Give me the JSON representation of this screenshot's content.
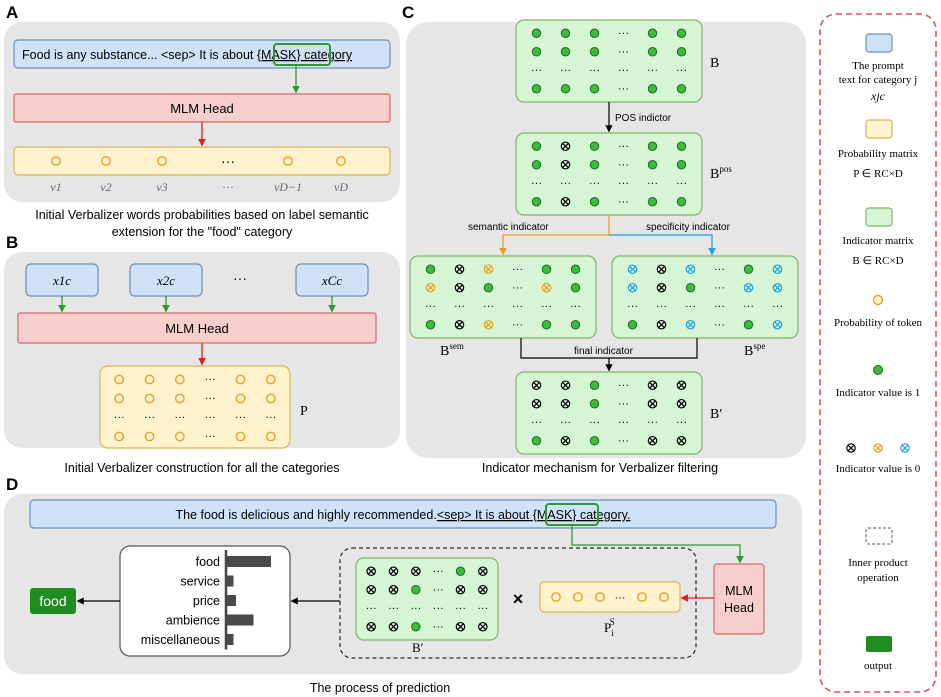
{
  "panel_a": {
    "letter": "A",
    "prompt_text": "Food is any substance... <sep> It is about ",
    "mask_token": "{MASK}",
    "prompt_suffix": " category",
    "mlm_head": "MLM Head",
    "vocab_labels": [
      "v1",
      "v2",
      "v3",
      "···",
      "vD−1",
      "vD"
    ],
    "caption_line1": "Initial Verbalizer words probabilities based on label semantic",
    "caption_line2": "extension for the \"food\" category"
  },
  "panel_b": {
    "letter": "B",
    "prompt_labels": [
      "x1c",
      "x2c",
      "···",
      "xCc"
    ],
    "mlm_head": "MLM Head",
    "matrix_label": "P",
    "caption": "Initial Verbalizer construction for all the categories"
  },
  "panel_c": {
    "letter": "C",
    "matrix_b": "B",
    "matrix_b_pos": "Bpos",
    "matrix_b_sem": "Bsem",
    "matrix_b_spe": "Bspe",
    "matrix_b_final": "B′",
    "pos_indicator": "POS indictor",
    "semantic_indicator": "semantic indicator",
    "specificity_indicator": "specificity indicator",
    "final_indicator": "final indicator",
    "caption": "Indicator mechanism for Verbalizer filtering"
  },
  "panel_d": {
    "letter": "D",
    "prompt_text": "The food is delicious and highly recommended.",
    "prompt_sep": "<sep> It is about ",
    "mask_token": "{MASK}",
    "prompt_suffix": " category.",
    "categories": [
      "food",
      "service",
      "price",
      "ambience",
      "miscellaneous"
    ],
    "category_scores": [
      0.9,
      0.15,
      0.2,
      0.55,
      0.15
    ],
    "output": "food",
    "times_symbol": "×",
    "matrix_b_final": "B′",
    "matrix_p": "PiS",
    "mlm_head_line1": "MLM",
    "mlm_head_line2": "Head",
    "caption": "The process of  prediction"
  },
  "legend": {
    "items": [
      {
        "text1": "The prompt",
        "text2": "text for category j",
        "text3": "xjc"
      },
      {
        "text1": "Probability matrix",
        "text2": "P ∈ RC×D"
      },
      {
        "text1": "Indicator matrix",
        "text2": "B ∈ RC×D"
      },
      {
        "text1": "Probability of token"
      },
      {
        "text1": "Indicator value is 1"
      },
      {
        "text1": "Indicator value is 0"
      },
      {
        "text1": "Inner product",
        "text2": "operation"
      },
      {
        "text1": "output"
      }
    ]
  },
  "colors": {
    "prompt_fill": "#cfe2f8",
    "prompt_stroke": "#6c8ebf",
    "mlm_fill": "#f8cecc",
    "mlm_stroke": "#d26b6b",
    "prob_fill": "#fff2cc",
    "prob_stroke": "#d6b656",
    "indicator_fill": "#d5f5d5",
    "indicator_stroke": "#82b366",
    "green_dot": "#3dbb3d",
    "orange": "#e8a020",
    "blue": "#1ba1e2",
    "arrow_green": "#2c9a2c",
    "arrow_red": "#e02020",
    "output_fill": "#1e8c1e",
    "panel_bg": "#e6e6e6",
    "legend_dash": "#e05050"
  }
}
